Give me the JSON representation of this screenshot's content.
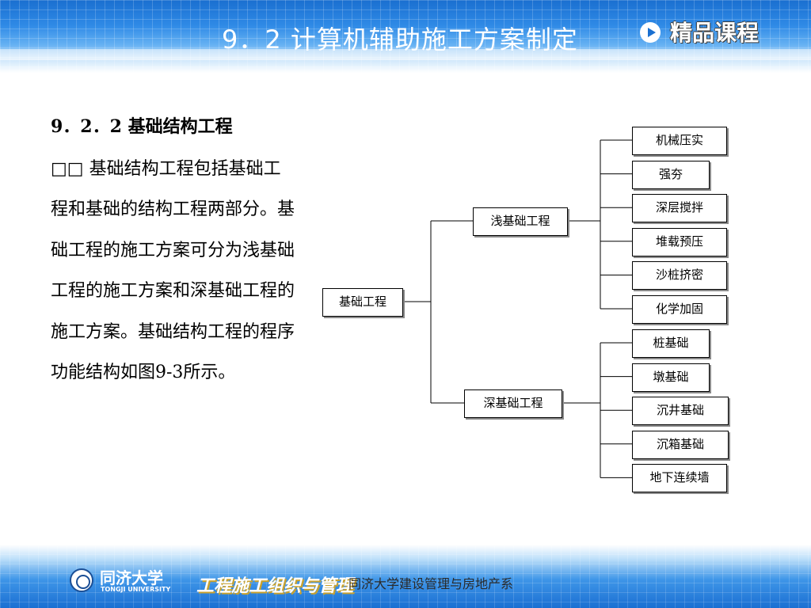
{
  "header": {
    "title": "9．2    计算机辅助施工方案制定",
    "badge": "精品课程",
    "badge_icon": "play-circle-icon"
  },
  "content": {
    "subtitle": "9．2．2 基础结构工程",
    "paragraph": "□□ 基础结构工程包括基础工程和基础的结构工程两部分。基础工程的施工方案可分为浅基础工程的施工方案和深基础工程的施工方案。基础结构工程的程序功能结构如图9-3所示。"
  },
  "diagram": {
    "root": {
      "label": "基础工程"
    },
    "branches": [
      {
        "label": "浅基础工程",
        "children": [
          "机械压实",
          "强夯",
          "深层搅拌",
          "堆载预压",
          "沙桩挤密",
          "化学加固"
        ]
      },
      {
        "label": "深基础工程",
        "children": [
          "桩基础",
          "墩基础",
          "沉井基础",
          "沉箱基础",
          "地下连续墙"
        ]
      }
    ]
  },
  "footer": {
    "university": "同济大学",
    "university_en": "TONGJI UNIVERSITY",
    "course_logo": "工程施工组织与管理",
    "department": "同济大学建设管理与房地产系"
  },
  "colors": {
    "header_blue": "#1a6fd0",
    "footer_blue": "#1b6fd2",
    "node_border": "#000000",
    "node_shadow": "#8a8a8a"
  }
}
